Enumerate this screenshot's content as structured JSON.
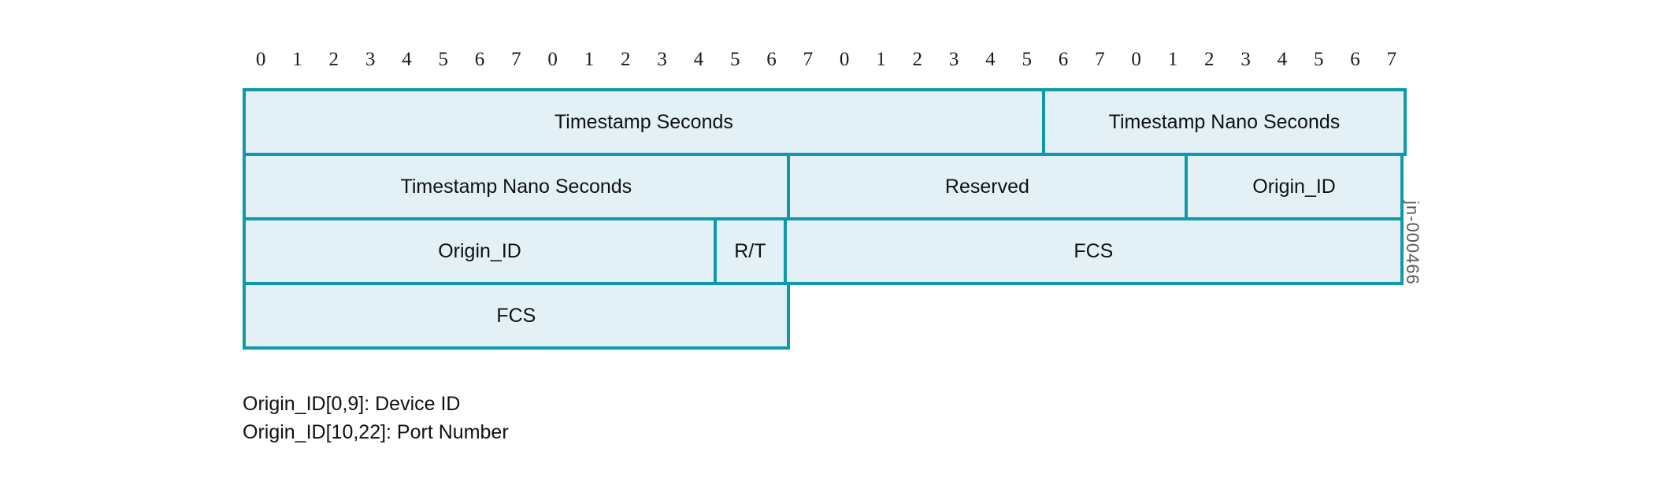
{
  "diagram": {
    "type": "packet-format",
    "total_bits": 32,
    "bit_ruler": [
      "0",
      "1",
      "2",
      "3",
      "4",
      "5",
      "6",
      "7",
      "0",
      "1",
      "2",
      "3",
      "4",
      "5",
      "6",
      "7",
      "0",
      "1",
      "2",
      "3",
      "4",
      "5",
      "6",
      "7",
      "0",
      "1",
      "2",
      "3",
      "4",
      "5",
      "6",
      "7"
    ],
    "colors": {
      "border": "#0e9aab",
      "fill": "#e3f1f6",
      "text": "#111111",
      "watermark": "#5a5a5a",
      "background": "#ffffff"
    },
    "rows": [
      {
        "name": "row-1",
        "fields": [
          {
            "label": "Timestamp Seconds",
            "bits": 22,
            "filled": true
          },
          {
            "label": "Timestamp Nano Seconds",
            "bits": 10,
            "filled": true
          }
        ]
      },
      {
        "name": "row-2",
        "fields": [
          {
            "label": "Timestamp Nano Seconds",
            "bits": 15,
            "filled": true
          },
          {
            "label": "Reserved",
            "bits": 11,
            "filled": true
          },
          {
            "label": "Origin_ID",
            "bits": 6,
            "filled": true
          }
        ]
      },
      {
        "name": "row-3",
        "fields": [
          {
            "label": "Origin_ID",
            "bits": 13,
            "filled": true
          },
          {
            "label": "R/T",
            "bits": 2,
            "filled": true
          },
          {
            "label": "FCS",
            "bits": 17,
            "filled": true
          }
        ]
      },
      {
        "name": "row-4",
        "fields": [
          {
            "label": "FCS",
            "bits": 15,
            "filled": true
          },
          {
            "label": "",
            "bits": 17,
            "filled": false
          }
        ]
      }
    ],
    "caption_lines": [
      "Origin_ID[0,9]: Device ID",
      "Origin_ID[10,22]: Port Number"
    ],
    "watermark": "jn-000466"
  }
}
